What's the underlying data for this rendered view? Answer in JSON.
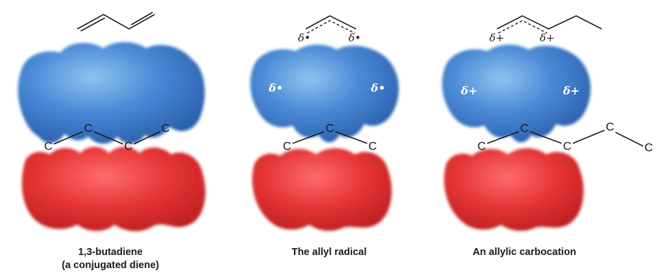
{
  "panels": [
    {
      "atoms": [
        "C",
        "C",
        "C",
        "C"
      ],
      "caption_line1": "1,3-butadiene",
      "caption_line2": "(a conjugated diene)"
    },
    {
      "atoms": [
        "C",
        "C",
        "C"
      ],
      "top_deltas": [
        "δ•",
        "δ•"
      ],
      "lobe_deltas": [
        "δ•",
        "δ•"
      ],
      "caption_line1": "The allyl radical"
    },
    {
      "atoms": [
        "C",
        "C",
        "C",
        "C",
        "C"
      ],
      "top_deltas": [
        "δ+",
        "δ+"
      ],
      "lobe_deltas": [
        "δ+",
        "δ+"
      ],
      "caption_line1": "An allylic carbocation"
    }
  ],
  "colors": {
    "pi_top": "#3f7fd0",
    "pi_bottom": "#e23a3a"
  }
}
